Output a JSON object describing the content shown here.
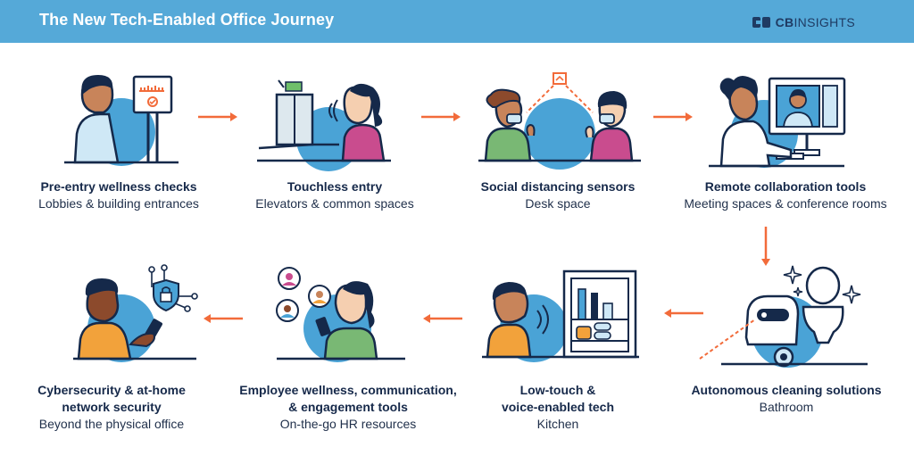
{
  "header": {
    "title": "The New Tech-Enabled Office Journey",
    "logo_bold": "CB",
    "logo_rest": "INSIGHTS",
    "bg_color": "#55a9d8"
  },
  "colors": {
    "circle": "#4aa3d6",
    "arrow": "#f26b3a",
    "ink": "#15294a"
  },
  "stages": [
    {
      "title": "Pre-entry wellness checks",
      "subtitle": "Lobbies & building entrances"
    },
    {
      "title": "Touchless entry",
      "subtitle": "Elevators & common spaces"
    },
    {
      "title": "Social distancing sensors",
      "subtitle": "Desk space"
    },
    {
      "title": "Remote collaboration tools",
      "subtitle": "Meeting spaces & conference rooms"
    },
    {
      "title": "Autonomous cleaning solutions",
      "subtitle": "Bathroom"
    },
    {
      "title_line1": "Low-touch &",
      "title_line2": "voice-enabled tech",
      "subtitle": "Kitchen"
    },
    {
      "title_line1": "Employee wellness, communication,",
      "title_line2": "& engagement tools",
      "subtitle": "On-the-go HR resources"
    },
    {
      "title_line1": "Cybersecurity & at-home",
      "title_line2": "network security",
      "subtitle": "Beyond the physical office"
    }
  ]
}
